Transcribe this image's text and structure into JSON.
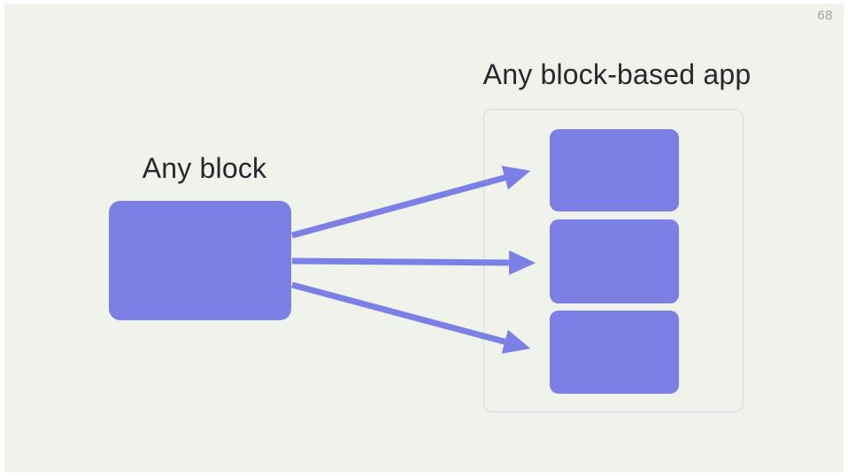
{
  "page": {
    "number": "68"
  },
  "colors": {
    "background": "#F0F2EC",
    "frame": "#FFFFFF",
    "accent": "#7C80E4",
    "container_border": "#D4D9EA",
    "text": "#26282C",
    "page_number": "#9FA1A4"
  },
  "diagram": {
    "source_label": "Any block",
    "target_label": "Any block-based app",
    "target_blocks_count": 3,
    "arrows_count": 3
  }
}
